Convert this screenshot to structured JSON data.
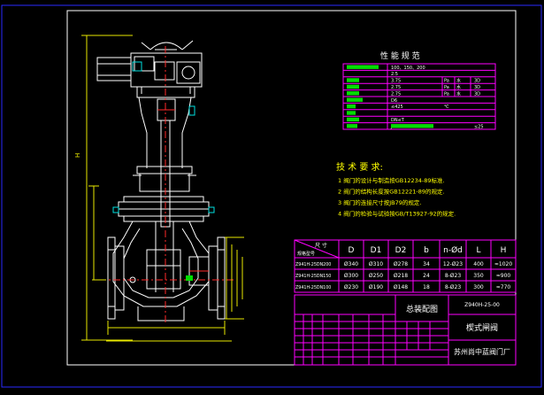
{
  "colors": {
    "background": "#000000",
    "frame": "#ffffff",
    "outer_frame": "#2a2aff",
    "valve_body": "#ffffff",
    "centerline": "#ff2a2a",
    "dimension": "#e8e800",
    "table_line": "#ff00ff",
    "table_text": "#ffffff",
    "title_table_text": "#ffffff",
    "tech_text": "#ffff00",
    "accent_green": "#00dd00",
    "cyan": "#00e0e0"
  },
  "performance_table": {
    "title": "性 能 规 范",
    "row_values": [
      "100、150、200",
      "2.5",
      "3.75",
      "2.75",
      "2.75",
      "D6",
      "≤425",
      "",
      "DN≤T",
      "J25"
    ],
    "row_units": [
      "",
      "",
      "Pa",
      "Pa",
      "Pa",
      "",
      "℃",
      "",
      "",
      ""
    ],
    "row_sides": [
      "",
      "",
      "水",
      "水",
      "水",
      "",
      "",
      "",
      "",
      ""
    ],
    "row_right": [
      "",
      "",
      "3D",
      "3D",
      "3D",
      "",
      "",
      "",
      "",
      "≤25"
    ]
  },
  "tech_requirements": {
    "title": "技 术 要 求:",
    "items": [
      "1  阀门的设计与制造按GB12234-89标准.",
      "2  阀门的结构长度按GB12221-89的规定.",
      "3  阀门的连接尺寸按JB79的规定.",
      "4  阀门的检验与试验按GB/T13927-92的规定."
    ]
  },
  "dimension_table": {
    "header_top": "尺 寸",
    "header_bottom": "规格型号",
    "columns": [
      "D",
      "D1",
      "D2",
      "b",
      "n-Ød",
      "L",
      "H"
    ],
    "rows": [
      {
        "model": "Z941H-25DN200",
        "cells": [
          "Ø340",
          "Ø310",
          "Ø278",
          "34",
          "12-Ø23",
          "400",
          "≈1020"
        ]
      },
      {
        "model": "Z941H-25DN150",
        "cells": [
          "Ø300",
          "Ø250",
          "Ø218",
          "24",
          "8-Ø23",
          "350",
          "≈900"
        ]
      },
      {
        "model": "Z941H-25DN100",
        "cells": [
          "Ø230",
          "Ø190",
          "Ø148",
          "18",
          "8-Ø23",
          "300",
          "≈770"
        ]
      }
    ]
  },
  "title_block": {
    "drawing_name": "总装配图",
    "drawing_number": "Z940H-25-00",
    "product_name": "楔式闸阀",
    "company": "苏州尚中蓝阀门厂"
  },
  "drawing": {
    "dimension_label": "H"
  }
}
